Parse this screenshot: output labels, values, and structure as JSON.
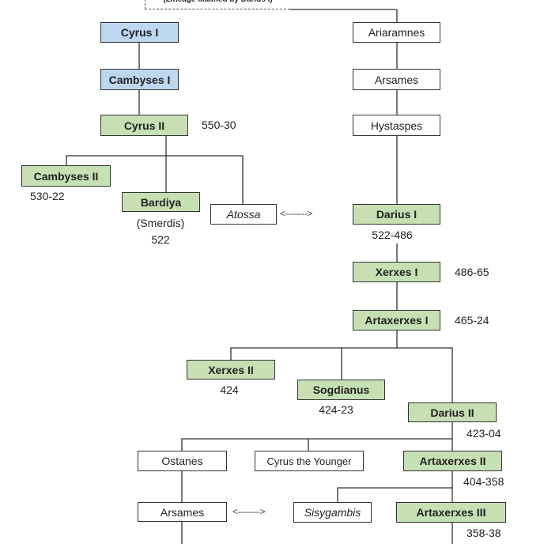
{
  "caption": "(Lineage claimed by Darius I)",
  "colors": {
    "achaemenid_early": "#bdd7ee",
    "king": "#c6e0b4"
  },
  "nodes": {
    "cyrus1": "Cyrus I",
    "cambyses1": "Cambyses I",
    "cyrus2": "Cyrus II",
    "cyrus2_reign": "550-30",
    "ariaramnes": "Ariaramnes",
    "arsames1": "Arsames",
    "hystaspes": "Hystaspes",
    "cambyses2": "Cambyses II",
    "cambyses2_reign": "530-22",
    "bardiya": "Bardiya",
    "bardiya_alias": "(Smerdis)",
    "bardiya_reign": "522",
    "atossa": "Atossa",
    "darius1": "Darius I",
    "darius1_reign": "522-486",
    "xerxes1": "Xerxes I",
    "xerxes1_reign": "486-65",
    "artaxerxes1": "Artaxerxes I",
    "artaxerxes1_reign": "465-24",
    "xerxes2": "Xerxes II",
    "xerxes2_reign": "424",
    "sogdianus": "Sogdianus",
    "sogdianus_reign": "424-23",
    "darius2": "Darius II",
    "darius2_reign": "423-04",
    "ostanes": "Ostanes",
    "cyrus_younger": "Cyrus the Younger",
    "artaxerxes2": "Artaxerxes II",
    "artaxerxes2_reign": "404-358",
    "arsames2": "Arsames",
    "sisygambis": "Sisygambis",
    "artaxerxes3": "Artaxerxes III",
    "artaxerxes3_reign": "358-38"
  },
  "marriage_arrow": "<-------->"
}
